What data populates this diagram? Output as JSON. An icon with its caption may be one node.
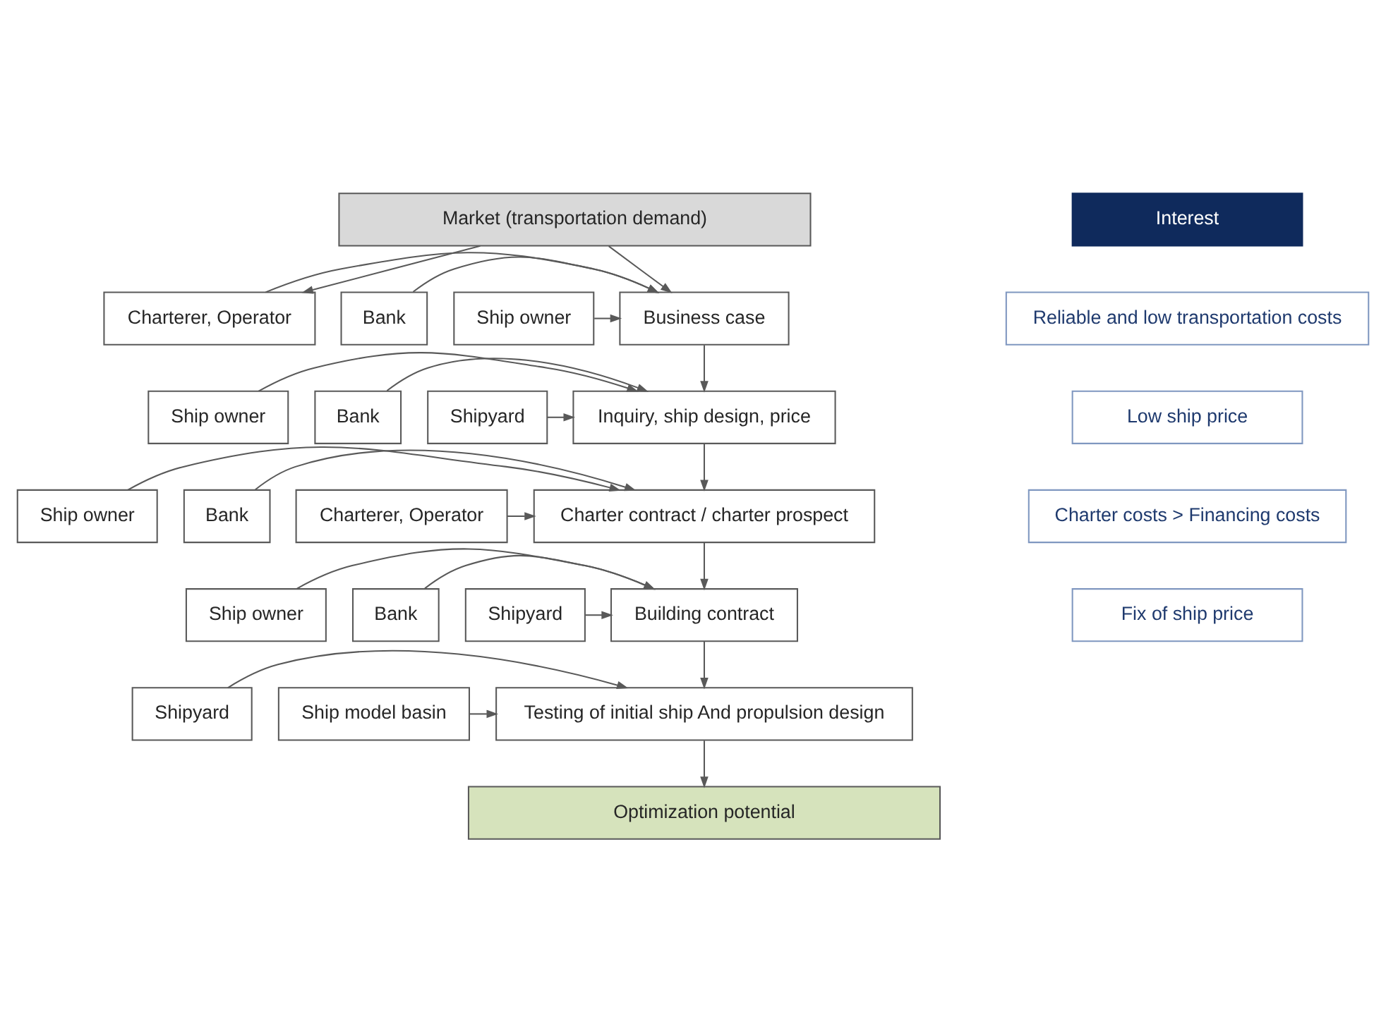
{
  "diagram": {
    "nodes": [
      {
        "text": [
          "Market (transportation demand)"
        ]
      },
      {
        "text": [
          "Interest"
        ]
      },
      {
        "text": [
          "Business case"
        ]
      },
      {
        "text": [
          "Charterer, Operator"
        ]
      },
      {
        "text": [
          "Bank"
        ]
      },
      {
        "text": [
          "Ship owner"
        ]
      },
      {
        "text": [
          "Reliable and low transportation costs"
        ]
      },
      {
        "text": [
          "Inquiry, ship design, price"
        ]
      },
      {
        "text": [
          "Ship owner"
        ]
      },
      {
        "text": [
          "Bank"
        ]
      },
      {
        "text": [
          "Shipyard"
        ]
      },
      {
        "text": [
          "Low ship price"
        ]
      },
      {
        "text": [
          "Charter contract / charter prospect"
        ]
      },
      {
        "text": [
          "Ship owner"
        ]
      },
      {
        "text": [
          "Bank"
        ]
      },
      {
        "text": [
          "Charterer, Operator"
        ]
      },
      {
        "text": [
          "Charter costs > Financing costs"
        ]
      },
      {
        "text": [
          "Building contract"
        ]
      },
      {
        "text": [
          "Ship owner"
        ]
      },
      {
        "text": [
          "Bank"
        ]
      },
      {
        "text": [
          "Shipyard"
        ]
      },
      {
        "text": [
          "Fix of ship price"
        ]
      },
      {
        "text": [
          "Testing of initial ship And propulsion design"
        ]
      },
      {
        "text": [
          "Shipyard"
        ]
      },
      {
        "text": [
          "Ship model basin"
        ]
      },
      {
        "text": [
          "Optimization potential"
        ]
      }
    ],
    "edges": [
      {
        "from": 0,
        "to": 2,
        "arrow": "to"
      },
      {
        "from": 0,
        "to": 3,
        "arrow": "to"
      },
      {
        "from": 3,
        "to": 2,
        "arrow": "to"
      },
      {
        "from": 5,
        "to": 2,
        "arrow": "to"
      },
      {
        "from": 4,
        "to": 2,
        "arrow": "to"
      },
      {
        "from": 2,
        "to": 7,
        "arrow": "to"
      },
      {
        "from": 8,
        "to": 7,
        "arrow": "to"
      },
      {
        "from": 10,
        "to": 7,
        "arrow": "to"
      },
      {
        "from": 9,
        "to": 7,
        "arrow": "to"
      },
      {
        "from": 7,
        "to": 12,
        "arrow": "to"
      },
      {
        "from": 13,
        "to": 12,
        "arrow": "to"
      },
      {
        "from": 15,
        "to": 12,
        "arrow": "to"
      },
      {
        "from": 14,
        "to": 12,
        "arrow": "to"
      },
      {
        "from": 12,
        "to": 17,
        "arrow": "to"
      },
      {
        "from": 18,
        "to": 17,
        "arrow": "to"
      },
      {
        "from": 20,
        "to": 17,
        "arrow": "to"
      },
      {
        "from": 19,
        "to": 17,
        "arrow": "to"
      },
      {
        "from": 17,
        "to": 22,
        "arrow": "to"
      },
      {
        "from": 23,
        "to": 22,
        "arrow": "to"
      },
      {
        "from": 24,
        "to": 22,
        "arrow": "to"
      },
      {
        "from": 22,
        "to": 25,
        "arrow": "to"
      }
    ]
  }
}
